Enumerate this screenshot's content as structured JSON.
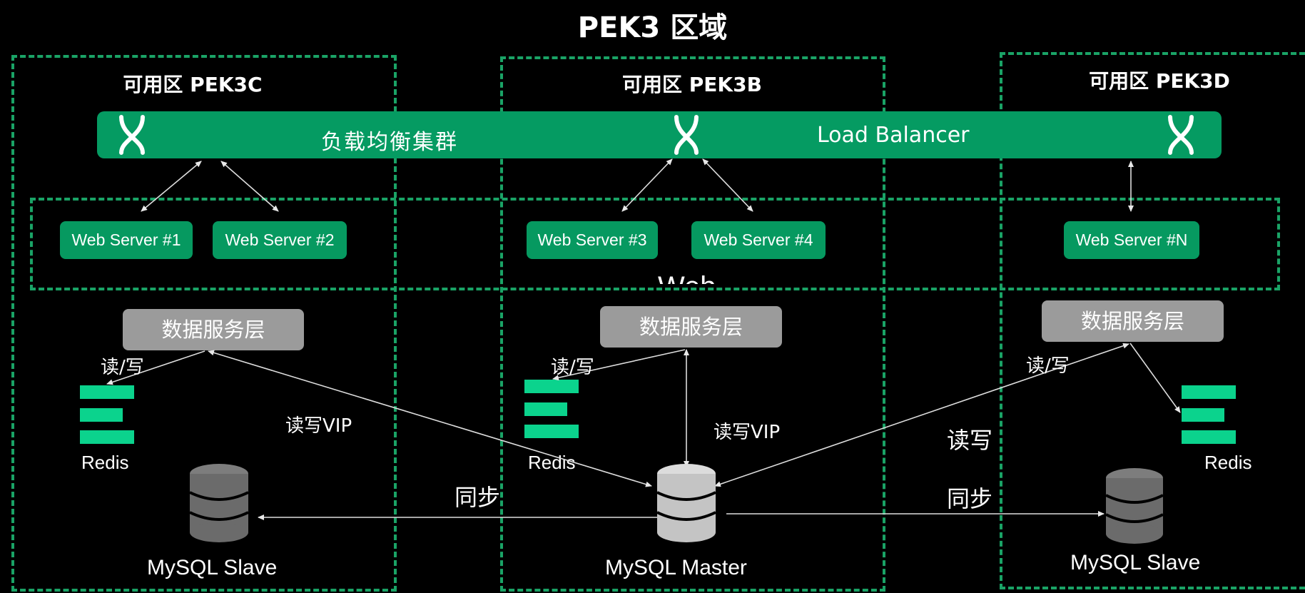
{
  "title": "PEK3 区域",
  "zones": [
    {
      "label": "可用区 PEK3C"
    },
    {
      "label": "可用区 PEK3B"
    },
    {
      "label": "可用区 PEK3D"
    }
  ],
  "load_balancer": {
    "cn": "负载均衡集群",
    "en": "Load Balancer"
  },
  "web_layer_label": "Web",
  "web_servers": [
    "Web Server #1",
    "Web Server #2",
    "Web Server #3",
    "Web Server #4",
    "Web Server #N"
  ],
  "data_service_label": "数据服务层",
  "read_write": "读/写",
  "read_write_vip": "读写VIP",
  "read_write_plain": "读写",
  "sync": "同步",
  "redis": "Redis",
  "mysql_slave": "MySQL Slave",
  "mysql_master": "MySQL Master",
  "colors": {
    "green": "#059b62",
    "dashed": "#1aa366",
    "redis": "#0bd38d",
    "gray_box": "#9b9b9b"
  }
}
